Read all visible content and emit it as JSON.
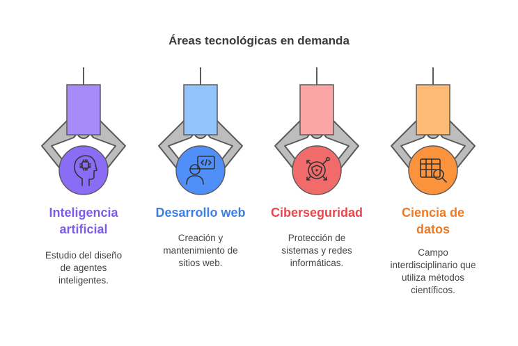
{
  "title": "Áreas tecnológicas en demanda",
  "colors": {
    "line": "#5a5a5a",
    "claw_fill": "#bdbdbd",
    "icon_stroke": "#333333"
  },
  "items": [
    {
      "heading_lines": [
        "Inteligencia",
        "artificial"
      ],
      "desc_lines": [
        "Estudio del diseño",
        "de agentes",
        "inteligentes."
      ],
      "block_color": "#a78bfa",
      "circle_color": "#8b6cf5",
      "heading_color": "#7c5ce8",
      "icon": "ai-chip-head-icon"
    },
    {
      "heading_lines": [
        "Desarrollo web"
      ],
      "desc_lines": [
        "Creación y",
        "mantenimiento de",
        "sitios web."
      ],
      "block_color": "#93c5fd",
      "circle_color": "#4f8ff7",
      "heading_color": "#3f7fe6",
      "icon": "web-developer-icon"
    },
    {
      "heading_lines": [
        "Ciberseguridad"
      ],
      "desc_lines": [
        "Protección de",
        "sistemas y redes",
        "informáticas."
      ],
      "block_color": "#fca5a5",
      "circle_color": "#f26b6b",
      "heading_color": "#e5484d",
      "icon": "security-shield-icon"
    },
    {
      "heading_lines": [
        "Ciencia de",
        "datos"
      ],
      "desc_lines": [
        "Campo",
        "interdisciplinario que",
        "utiliza métodos",
        "científicos."
      ],
      "block_color": "#fdba74",
      "circle_color": "#fb923c",
      "heading_color": "#ea7a26",
      "icon": "data-search-icon"
    }
  ]
}
